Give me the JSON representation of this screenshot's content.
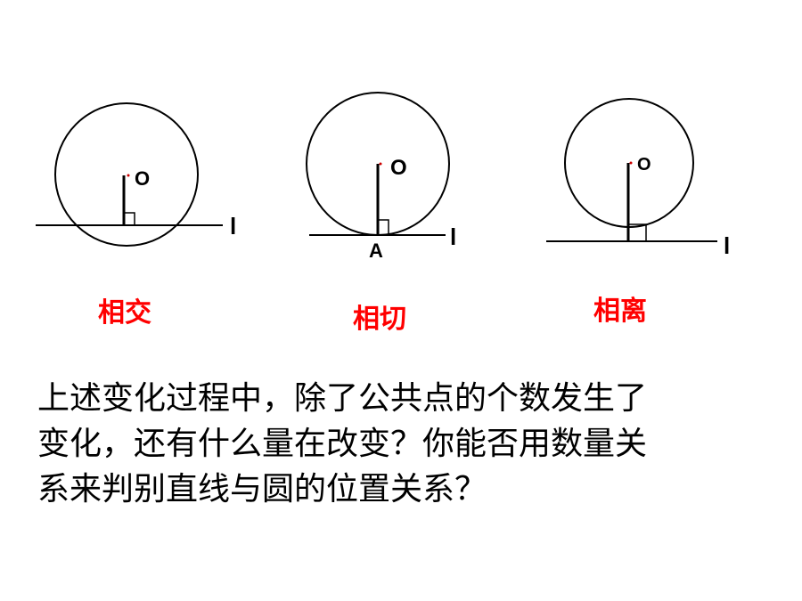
{
  "figures": [
    {
      "relation": "相交",
      "center_label": "O",
      "line_label": "l",
      "point_label": ""
    },
    {
      "relation": "相切",
      "center_label": "O",
      "line_label": "l",
      "point_label": "A"
    },
    {
      "relation": "相离",
      "center_label": "O",
      "line_label": "l",
      "point_label": ""
    }
  ],
  "question": {
    "lines": [
      "上述变化过程中，除了公共点的个数发生了",
      "变化，还有什么量在改变？你能否用数量关",
      "系来判别直线与圆的位置关系？"
    ]
  },
  "colors": {
    "caption": "#ff0000",
    "stroke": "#000000",
    "text": "#000000"
  }
}
